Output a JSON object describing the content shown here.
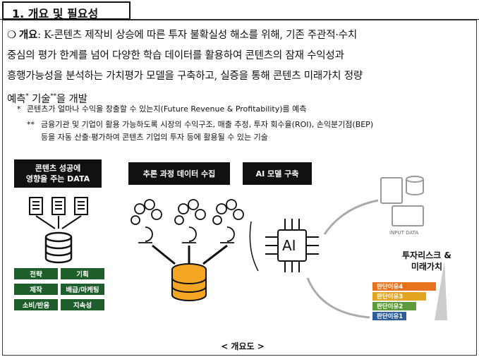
{
  "section": {
    "title": "1. 개요 및 필요성"
  },
  "overview": {
    "bullet": "❍",
    "lead": "개요",
    "line1": ": K-콘텐츠 제작비 상승에 따른 투자 불확실성 해소를 위해, 기존 주관적·수치",
    "line2": "중심의 평가 한계를 넘어 다양한 학습 데이터를 활용하여 콘텐츠의 잠재 수익성과",
    "line3": "흥행가능성을 분석하는 가치평가 모델을 구축하고, 실증을 통해 콘텐츠 미래가치 정량",
    "line4a": "예측",
    "sup1": "*",
    "line4b": " 기술",
    "sup2": "**",
    "line4c": "을 개발"
  },
  "notes": [
    {
      "mark": "*",
      "text": "콘텐츠가 얼마나 수익을 창출할 수 있는지(Future Revenue & Profitability)를 예측"
    },
    {
      "mark": "**",
      "text": "금융기관 및 기업이 활용 가능하도록 시장의 수익구조, 매출 추정, 투자 회수율(ROI), 손익분기점(BEP)",
      "text2": "등을 자동 산출·평가하여 콘텐츠 기업의 투자 등에 활용될 수 있는 기술"
    }
  ],
  "diagram": {
    "box1_line1": "콘텐츠 성공에",
    "box1_line2": "영향을 주는 DATA",
    "box2": "추론 과정 데이터 수집",
    "box3": "AI 모델 구축",
    "factors": [
      "전략",
      "기획",
      "제작",
      "배급/마케팅",
      "소비/반응",
      "지속성"
    ],
    "input_label": "INPUT DATA",
    "ai_label": "AI",
    "result_line1": "투자리스크 &",
    "result_line2": "미래가치",
    "steps": [
      "판단이유4",
      "판단이유3",
      "판단이유2",
      "판단이유1"
    ],
    "step_colors": [
      "#e8731f",
      "#e3a420",
      "#5d9b3a",
      "#2e5f9a"
    ],
    "caption": "< 개요도 >"
  }
}
